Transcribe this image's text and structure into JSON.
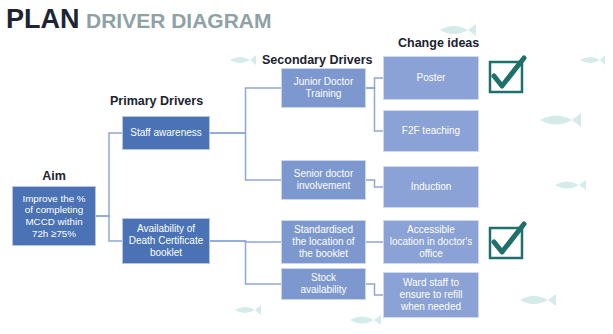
{
  "diagram": {
    "title": "PLAN",
    "nodes": [
      {
        "text": [
          "Aim",
          "Improve the % of completing MCCD within 72h ≥75%"
        ]
      },
      {
        "text": [
          "Staff awareness"
        ]
      },
      {
        "text": [
          "Availability of Death Certificate booklet"
        ]
      },
      {
        "text": [
          "Junior Doctor Training"
        ]
      },
      {
        "text": [
          "Senior doctor involvement"
        ]
      },
      {
        "text": [
          "Standardised the location of the booklet"
        ]
      },
      {
        "text": [
          "Stock availability"
        ]
      },
      {
        "text": [
          "Poster"
        ]
      },
      {
        "text": [
          "F2F teaching"
        ]
      },
      {
        "text": [
          "Induction"
        ]
      },
      {
        "text": [
          "Accessible location in doctor's office"
        ]
      },
      {
        "text": [
          "Ward staff to ensure to refill when needed"
        ]
      }
    ],
    "edges": [
      {
        "from": 0,
        "to": 1,
        "arrow": "none"
      },
      {
        "from": 0,
        "to": 2,
        "arrow": "none"
      },
      {
        "from": 1,
        "to": 3,
        "arrow": "none"
      },
      {
        "from": 1,
        "to": 4,
        "arrow": "none"
      },
      {
        "from": 2,
        "to": 5,
        "arrow": "none"
      },
      {
        "from": 2,
        "to": 6,
        "arrow": "none"
      },
      {
        "from": 3,
        "to": 7,
        "arrow": "none"
      },
      {
        "from": 3,
        "to": 8,
        "arrow": "none"
      },
      {
        "from": 4,
        "to": 9,
        "arrow": "none"
      },
      {
        "from": 5,
        "to": 10,
        "arrow": "none"
      },
      {
        "from": 6,
        "to": 11,
        "arrow": "none"
      }
    ],
    "labels": [
      "DRIVER DIAGRAM",
      "Primary Drivers",
      "Secondary Drivers",
      "Change ideas"
    ]
  }
}
